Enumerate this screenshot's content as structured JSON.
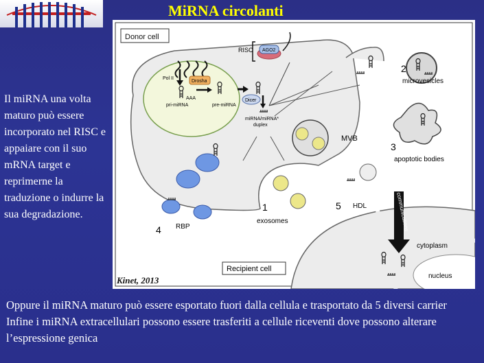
{
  "header": {
    "title": "MiRNA circolanti"
  },
  "left_text": "Il miRNA una volta maturo può essere incorporato nel RISC e appaiare con il suo mRNA target e reprimerne la traduzione o indurre la sua degradazione.",
  "bottom_text": {
    "line1": "Oppure il miRNA maturo può essere esportato fuori dalla cellula e trasportato da 5 diversi carrier",
    "line2": "Infine i miRNA extracellulari possono essere trasferiti a cellule riceventi dove possono alterare l’espressione genica"
  },
  "diagram": {
    "donor_cell": "Donor cell",
    "recipient_cell": "Recipient cell",
    "risc": "RISC",
    "ago2": "AGO2",
    "pol2": "Pol II",
    "drosha": "Drosha",
    "aaa": "AAA",
    "pri_mirna": "pri-miRNA",
    "pre_mirna": "pre-miRNA",
    "dicer": "Dicer",
    "duplex_1": "miRNA/miRNA*",
    "duplex_2": "duplex",
    "mvb": "MVB",
    "n1": "1",
    "exosomes": "exosomes",
    "n2": "2",
    "microvesicles": "microvesicles",
    "n3": "3",
    "apoptotic": "apoptotic bodies",
    "n4": "4",
    "rbp": "RBP",
    "n5": "5",
    "hdl": "HDL",
    "communications": "communications",
    "cytoplasm": "cytoplasm",
    "nucleus": "nucleus",
    "citation": "Kinet, 2013"
  }
}
